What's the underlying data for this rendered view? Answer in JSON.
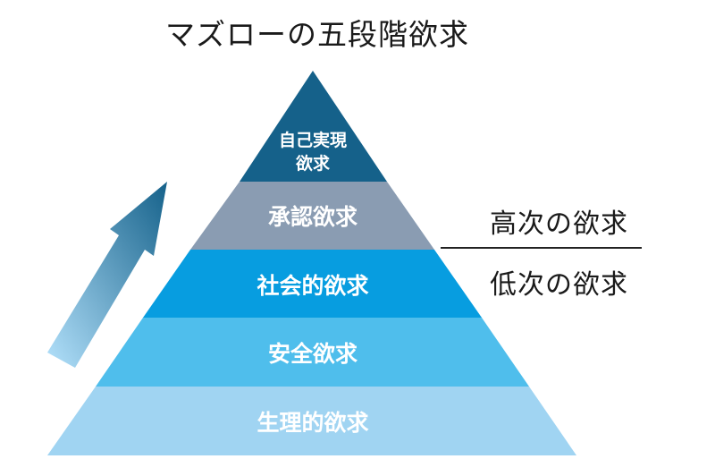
{
  "title": "マズローの五段階欲求",
  "tiers": [
    {
      "line1": "自己実現",
      "line2": "欲求",
      "color": "#15618a"
    },
    {
      "line1": "承認欲求",
      "color": "#8a9cb2"
    },
    {
      "line1": "社会的欲求",
      "color": "#079de0"
    },
    {
      "line1": "安全欲求",
      "color": "#4fbeec"
    },
    {
      "line1": "生理的欲求",
      "color": "#a0d4f2"
    }
  ],
  "side": {
    "high": "高次の欲求",
    "low": "低次の欲求"
  },
  "colors": {
    "arrow_start": "#b3e1fb",
    "arrow_end": "#15618a",
    "divider": "#222222"
  }
}
